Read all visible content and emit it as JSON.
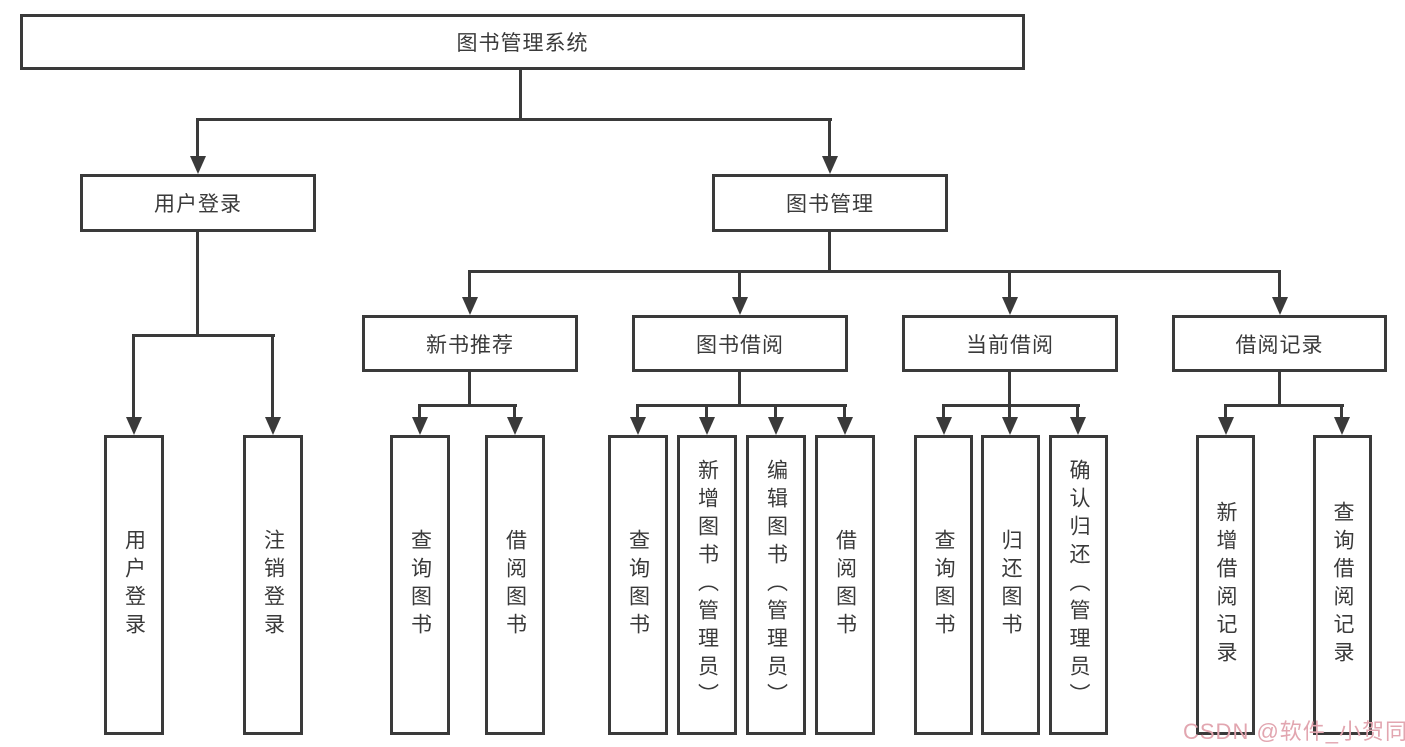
{
  "tree": {
    "label": "图书管理系统",
    "children": [
      {
        "label": "用户登录",
        "children": [
          {
            "label": "用户登录"
          },
          {
            "label": "注销登录"
          }
        ]
      },
      {
        "label": "图书管理",
        "children": [
          {
            "label": "新书推荐",
            "children": [
              {
                "label": "查询图书"
              },
              {
                "label": "借阅图书"
              }
            ]
          },
          {
            "label": "图书借阅",
            "children": [
              {
                "label": "查询图书"
              },
              {
                "label": "新增图书（管理员）"
              },
              {
                "label": "编辑图书（管理员）"
              },
              {
                "label": "借阅图书"
              }
            ]
          },
          {
            "label": "当前借阅",
            "children": [
              {
                "label": "查询图书"
              },
              {
                "label": "归还图书"
              },
              {
                "label": "确认归还（管理员）"
              }
            ]
          },
          {
            "label": "借阅记录",
            "children": [
              {
                "label": "新增借阅记录"
              },
              {
                "label": "查询借阅记录"
              }
            ]
          }
        ]
      }
    ]
  },
  "watermark": {
    "text": "CSDN @软件_小贺同学",
    "color": "#e2a6b0"
  },
  "colors": {
    "line": "#3a3a3a",
    "box_border": "#3a3a3a",
    "box_background": "#ffffff",
    "text": "#3a3a3a",
    "canvas_background": "#ffffff"
  }
}
